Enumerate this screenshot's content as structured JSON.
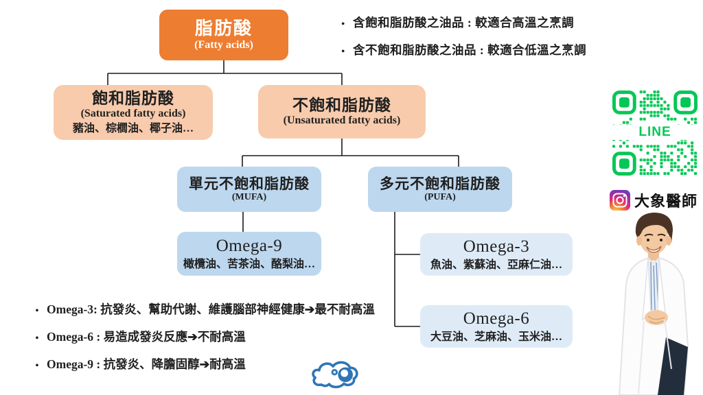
{
  "diagram": {
    "root": {
      "title": "脂肪酸",
      "subtitle": "(Fatty acids)"
    },
    "saturated": {
      "title": "飽和脂肪酸",
      "subtitle": "(Saturated fatty acids)",
      "examples": "豬油、棕櫚油、椰子油…"
    },
    "unsaturated": {
      "title": "不飽和脂肪酸",
      "subtitle": "(Unsaturated fatty acids)"
    },
    "mufa": {
      "title": "單元不飽和脂肪酸",
      "subtitle": "(MUFA)"
    },
    "pufa": {
      "title": "多元不飽和脂肪酸",
      "subtitle": "(PUFA)"
    },
    "omega9": {
      "title": "Omega-9",
      "examples": "橄欖油、苦茶油、酪梨油…"
    },
    "omega3": {
      "title": "Omega-3",
      "examples": "魚油、紫蘇油、亞麻仁油…"
    },
    "omega6": {
      "title": "Omega-6",
      "examples": "大豆油、芝麻油、玉米油…"
    }
  },
  "top_notes": [
    "含飽和脂肪酸之油品 : 較適合高溫之烹調",
    "含不飽和脂肪酸之油品 : 較適合低溫之烹調"
  ],
  "bottom_notes": [
    {
      "term": "Omega-3",
      "desc": ": 抗發炎、幫助代謝、維護腦部神經健康➔最不耐高溫"
    },
    {
      "term": "Omega-6",
      "desc": " : 易造成發炎反應➔不耐高溫"
    },
    {
      "term": "Omega-9",
      "desc": " : 抗發炎、降膽固醇➔耐高溫"
    }
  ],
  "sidebar": {
    "qr_label": "LINE",
    "instagram_handle": "大象醫師"
  },
  "icons": {
    "qr": "line-qr-code",
    "instagram": "instagram-camera-icon",
    "logo": "elephant-cloud-logo"
  },
  "colors": {
    "orange": "#ED7D31",
    "peach": "#F8CBAD",
    "blue": "#BDD7EE",
    "light_blue": "#DEEBF7",
    "line_green": "#06C755",
    "logo_blue": "#2E75B6",
    "connector": "#000000"
  }
}
